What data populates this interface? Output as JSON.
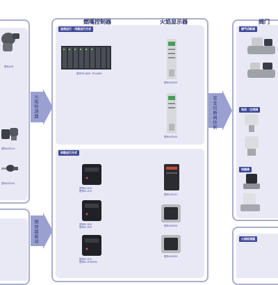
{
  "header": {
    "burner_controller": "燃嘴控制器",
    "flame_display": "火焰显示器",
    "valve_partial": "阀门"
  },
  "center_top": {
    "section_title": "连续运行 · 间歇运行方式",
    "modules_caption_1": "型号FRL360R, FRL460R",
    "modules_caption_2": "",
    "display_caption_1": "型号AUD500",
    "display_caption_2": "型号AUD500"
  },
  "center_bottom": {
    "section_title": "间歇运行方式",
    "items": [
      {
        "caption": "型号BC-R15",
        "caption2": "型号BC-R15"
      },
      {
        "caption": "型号BC-R25",
        "caption2": "型号BC-R35"
      },
      {
        "caption": "型号BC-R15",
        "caption2": "型号BC-R35/R36"
      },
      {
        "caption": "型号AUD15C"
      },
      {
        "caption": "型号AUD500"
      },
      {
        "caption": "型号AUD300"
      }
    ]
  },
  "right_top": {
    "sections": [
      {
        "title": "燃气切断阀"
      },
      {
        "title": "电动 · 比例阀"
      },
      {
        "title": "电磁阀"
      }
    ]
  },
  "right_bottom": {
    "title": "火焰检测器"
  },
  "arrows": {
    "left_top": "火焰检测器",
    "left_bottom": "燃烧器驱动",
    "right": "安全切断阀控制"
  },
  "left_captions": [
    "型号AUD",
    "型号AUD110",
    "型号AUD100"
  ],
  "colors": {
    "panel_border": "#a9add0",
    "inner_bg": "#e9e9f6",
    "section_title_bg": "#3e4695",
    "arrow_fill": "#9aa0d0"
  }
}
